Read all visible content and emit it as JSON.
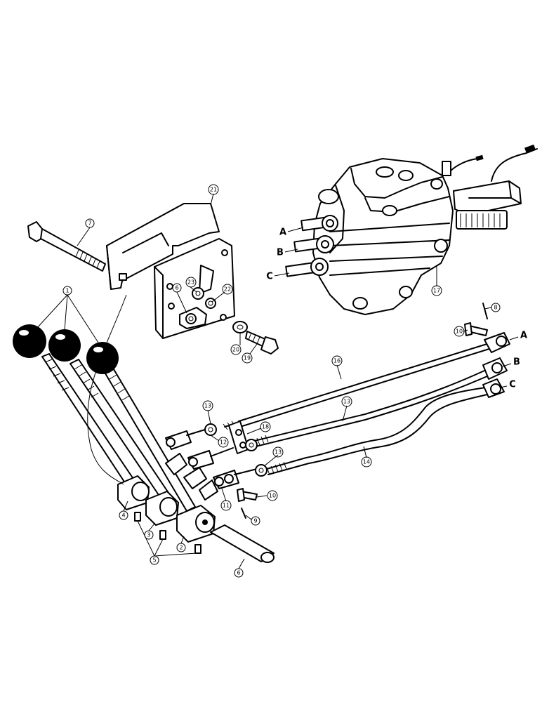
{
  "callouts": [
    {
      "id": "c1",
      "text": "1"
    },
    {
      "id": "c2",
      "text": "2"
    },
    {
      "id": "c3",
      "text": "3"
    },
    {
      "id": "c4",
      "text": "4"
    },
    {
      "id": "c5",
      "text": "5"
    },
    {
      "id": "c6a",
      "text": "6"
    },
    {
      "id": "c6b",
      "text": "6"
    },
    {
      "id": "c7",
      "text": "7"
    },
    {
      "id": "c8",
      "text": "8"
    },
    {
      "id": "c9",
      "text": "9"
    },
    {
      "id": "c10a",
      "text": "10"
    },
    {
      "id": "c10b",
      "text": "10"
    },
    {
      "id": "c11",
      "text": "11"
    },
    {
      "id": "c12",
      "text": "12"
    },
    {
      "id": "c13a",
      "text": "13"
    },
    {
      "id": "c13b",
      "text": "13"
    },
    {
      "id": "c13c",
      "text": "13"
    },
    {
      "id": "c14",
      "text": "14"
    },
    {
      "id": "c16",
      "text": "16"
    },
    {
      "id": "c17",
      "text": "17"
    },
    {
      "id": "c18",
      "text": "18"
    },
    {
      "id": "c19",
      "text": "19"
    },
    {
      "id": "c20",
      "text": "20"
    },
    {
      "id": "c21",
      "text": "21"
    },
    {
      "id": "c22",
      "text": "22"
    },
    {
      "id": "c23",
      "text": "23"
    }
  ],
  "letters": {
    "valve_a": "A",
    "valve_b": "B",
    "valve_c": "C",
    "rod_a": "A",
    "rod_b": "B",
    "rod_c": "C"
  }
}
